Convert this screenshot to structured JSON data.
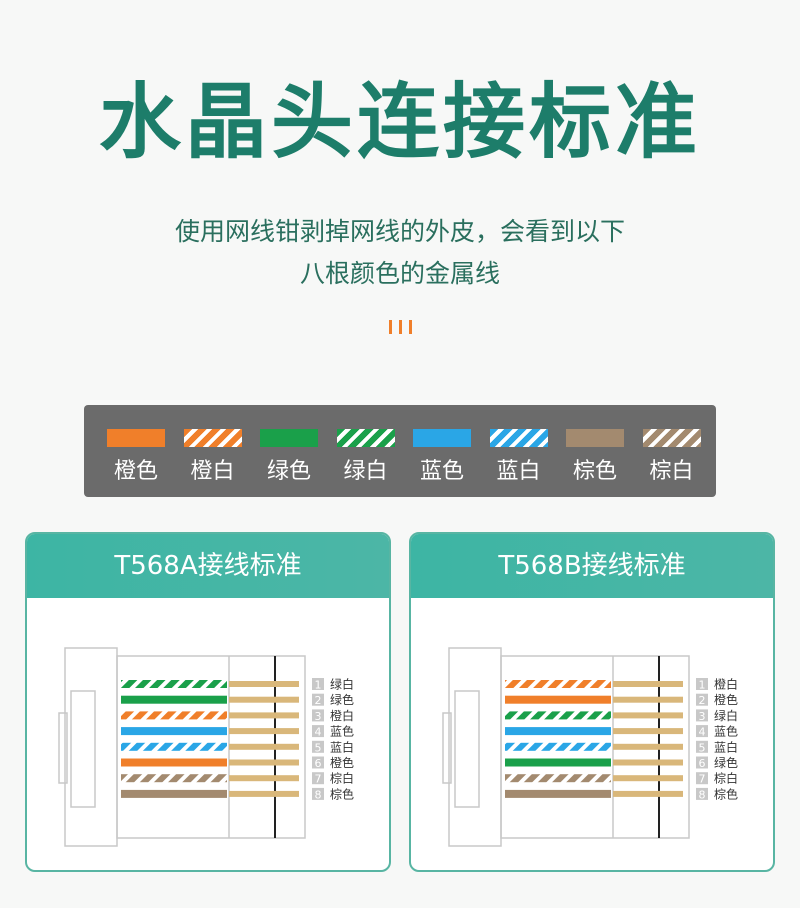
{
  "title": "水晶头连接标准",
  "subtitle": [
    "使用网线钳剥掉网线的外皮，会看到以下",
    "八根颜色的金属线"
  ],
  "colors": {
    "accent": "#1d7d6a",
    "orange": "#f07f2a",
    "green": "#1aa04a",
    "blue": "#2aa6e6",
    "brown": "#a38a6f",
    "header": "#3db5a4"
  },
  "legend": [
    {
      "label": "橙色",
      "color": "#f07f2a",
      "striped": false
    },
    {
      "label": "橙白",
      "color": "#f07f2a",
      "striped": true
    },
    {
      "label": "绿色",
      "color": "#1aa04a",
      "striped": false
    },
    {
      "label": "绿白",
      "color": "#1aa04a",
      "striped": true
    },
    {
      "label": "蓝色",
      "color": "#2aa6e6",
      "striped": false
    },
    {
      "label": "蓝白",
      "color": "#2aa6e6",
      "striped": true
    },
    {
      "label": "棕色",
      "color": "#a38a6f",
      "striped": false
    },
    {
      "label": "棕白",
      "color": "#a38a6f",
      "striped": true
    }
  ],
  "standards": [
    {
      "title": "T568A接线标准",
      "pins": [
        {
          "num": "1",
          "label": "绿白",
          "color": "#1aa04a",
          "striped": true
        },
        {
          "num": "2",
          "label": "绿色",
          "color": "#1aa04a",
          "striped": false
        },
        {
          "num": "3",
          "label": "橙白",
          "color": "#f07f2a",
          "striped": true
        },
        {
          "num": "4",
          "label": "蓝色",
          "color": "#2aa6e6",
          "striped": false
        },
        {
          "num": "5",
          "label": "蓝白",
          "color": "#2aa6e6",
          "striped": true
        },
        {
          "num": "6",
          "label": "橙色",
          "color": "#f07f2a",
          "striped": false
        },
        {
          "num": "7",
          "label": "棕白",
          "color": "#a38a6f",
          "striped": true
        },
        {
          "num": "8",
          "label": "棕色",
          "color": "#a38a6f",
          "striped": false
        }
      ]
    },
    {
      "title": "T568B接线标准",
      "pins": [
        {
          "num": "1",
          "label": "橙白",
          "color": "#f07f2a",
          "striped": true
        },
        {
          "num": "2",
          "label": "橙色",
          "color": "#f07f2a",
          "striped": false
        },
        {
          "num": "3",
          "label": "绿白",
          "color": "#1aa04a",
          "striped": true
        },
        {
          "num": "4",
          "label": "蓝色",
          "color": "#2aa6e6",
          "striped": false
        },
        {
          "num": "5",
          "label": "蓝白",
          "color": "#2aa6e6",
          "striped": true
        },
        {
          "num": "6",
          "label": "绿色",
          "color": "#1aa04a",
          "striped": false
        },
        {
          "num": "7",
          "label": "棕白",
          "color": "#a38a6f",
          "striped": true
        },
        {
          "num": "8",
          "label": "棕色",
          "color": "#a38a6f",
          "striped": false
        }
      ]
    }
  ]
}
